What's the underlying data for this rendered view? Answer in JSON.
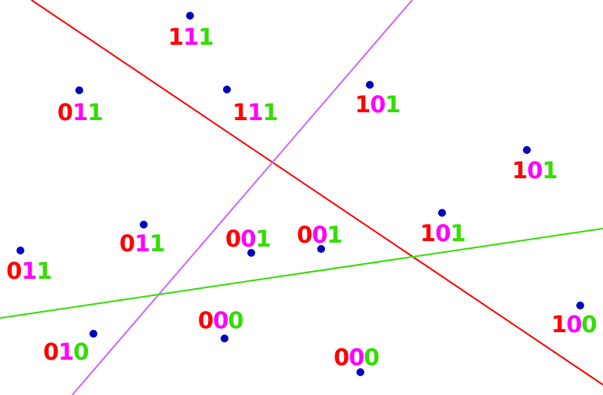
{
  "colors": {
    "background": "#ffffff",
    "bit1": "#ff0000",
    "bit2": "#ff00ff",
    "bit3": "#33dd00",
    "point": "#0000bb",
    "line_red": "#ff0000",
    "line_violet": "#cc66ff",
    "line_green": "#33dd00"
  },
  "lines": [
    {
      "name": "red-line",
      "color": "#ff0000"
    },
    {
      "name": "violet-line",
      "color": "#cc66ff"
    },
    {
      "name": "green-line",
      "color": "#33dd00"
    }
  ],
  "points": [
    {
      "code": "111"
    },
    {
      "code": "011"
    },
    {
      "code": "111"
    },
    {
      "code": "101"
    },
    {
      "code": "101"
    },
    {
      "code": "011"
    },
    {
      "code": "011"
    },
    {
      "code": "001"
    },
    {
      "code": "001"
    },
    {
      "code": "101"
    },
    {
      "code": "000"
    },
    {
      "code": "010"
    },
    {
      "code": "000"
    },
    {
      "code": "100"
    }
  ]
}
